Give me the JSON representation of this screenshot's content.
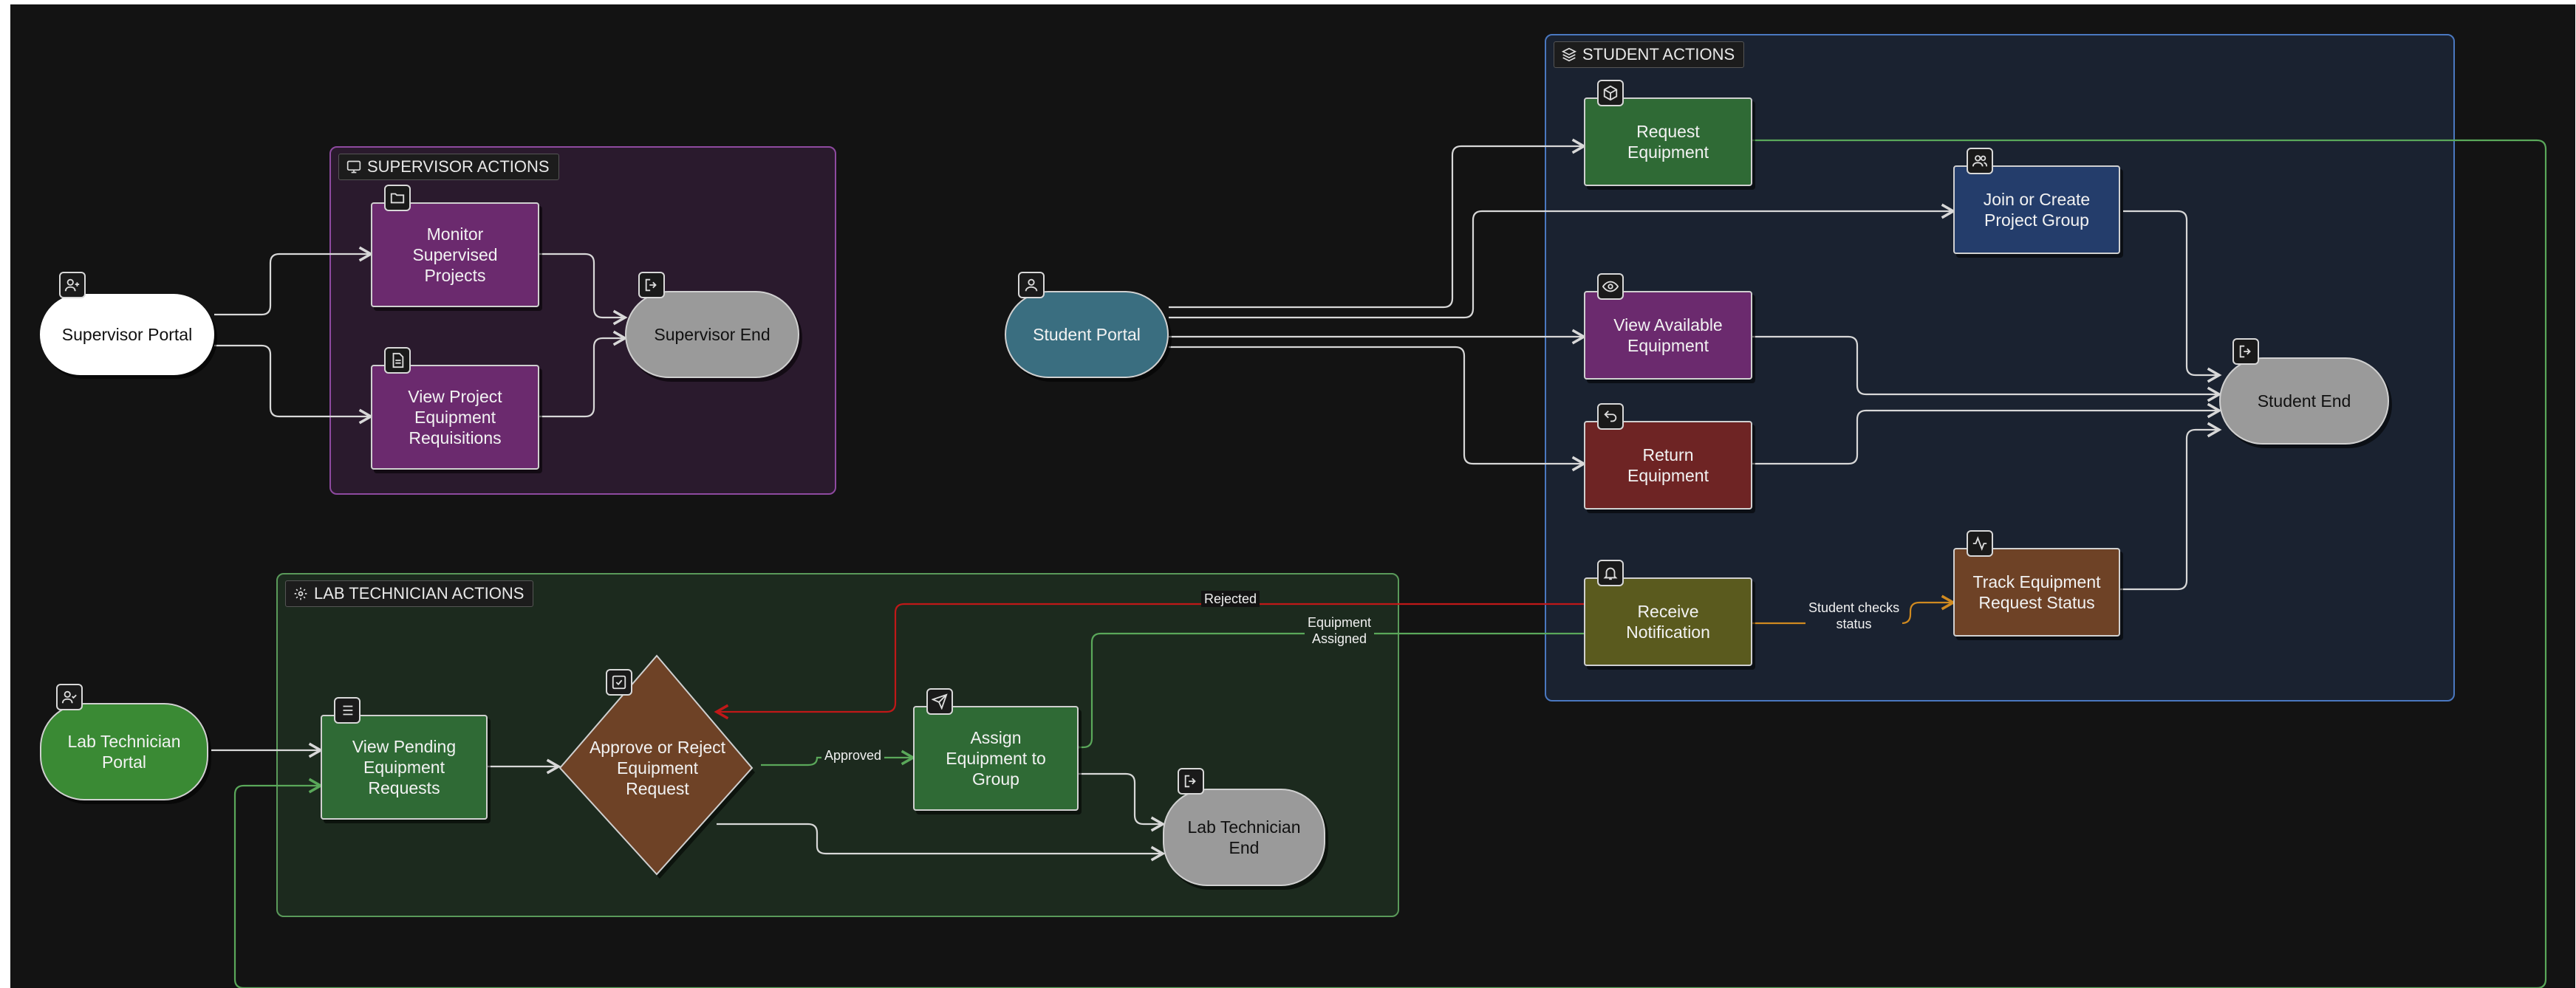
{
  "colors": {
    "background": "#131313",
    "supervisor_group_fill": "#2a1a2d",
    "supervisor_group_border": "#8e4aa0",
    "student_group_fill": "#1a2230",
    "student_group_border": "#4a78c0",
    "labtech_group_fill": "#1c2a1e",
    "labtech_group_border": "#5a9a5a",
    "node_purple": "#6b2a6e",
    "node_green": "#2f6a35",
    "node_blue": "#243d6b",
    "node_red": "#6e2424",
    "node_olive": "#5a5a1e",
    "node_brown": "#6e4226",
    "node_gray": "#9a9a9a",
    "portal_teal": "#3a6e80",
    "portal_green": "#3a8a34",
    "edge_default": "#d8d8d8",
    "edge_green": "#5aa85a",
    "edge_red": "#c01818",
    "edge_orange": "#d08a20"
  },
  "groups": {
    "supervisor": {
      "label": "SUPERVISOR ACTIONS",
      "icon": "monitor-icon"
    },
    "student": {
      "label": "STUDENT ACTIONS",
      "icon": "layers-icon"
    },
    "labtech": {
      "label": "LAB TECHNICIAN ACTIONS",
      "icon": "gear-icon"
    }
  },
  "nodes": {
    "supervisor_portal": {
      "label": "Supervisor Portal",
      "icon": "user-plus-icon"
    },
    "monitor_projects": {
      "label": "Monitor\nSupervised\nProjects",
      "icon": "folder-icon"
    },
    "view_requisitions": {
      "label": "View Project\nEquipment\nRequisitions",
      "icon": "file-icon"
    },
    "supervisor_end": {
      "label": "Supervisor End",
      "icon": "exit-icon"
    },
    "student_portal": {
      "label": "Student Portal",
      "icon": "user-icon"
    },
    "request_equipment": {
      "label": "Request\nEquipment",
      "icon": "box-icon"
    },
    "join_group": {
      "label": "Join or Create\nProject Group",
      "icon": "users-icon"
    },
    "view_available": {
      "label": "View Available\nEquipment",
      "icon": "eye-icon"
    },
    "return_equipment": {
      "label": "Return\nEquipment",
      "icon": "return-icon"
    },
    "receive_notification": {
      "label": "Receive\nNotification",
      "icon": "bell-icon"
    },
    "track_status": {
      "label": "Track Equipment\nRequest Status",
      "icon": "activity-icon"
    },
    "student_end": {
      "label": "Student End",
      "icon": "exit-icon"
    },
    "labtech_portal": {
      "label": "Lab Technician\nPortal",
      "icon": "user-check-icon"
    },
    "view_pending": {
      "label": "View Pending\nEquipment\nRequests",
      "icon": "list-icon"
    },
    "approve_reject": {
      "label": "Approve or\nReject\nEquipment\nRequest",
      "icon": "check-square-icon"
    },
    "assign_equipment": {
      "label": "Assign\nEquipment to\nGroup",
      "icon": "send-icon"
    },
    "labtech_end": {
      "label": "Lab Technician\nEnd",
      "icon": "exit-icon"
    }
  },
  "edge_labels": {
    "rejected": "Rejected",
    "approved": "Approved",
    "equipment_assigned": "Equipment\nAssigned",
    "student_checks_status": "Student checks\nstatus"
  }
}
